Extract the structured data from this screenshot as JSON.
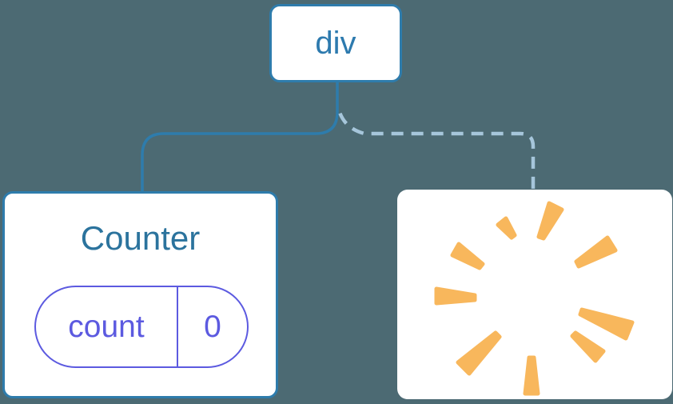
{
  "diagram": {
    "description": "component-tree-diagram",
    "background_color": "#4c6a73",
    "root": {
      "label": "div"
    },
    "children": {
      "counter": {
        "title": "Counter",
        "state": {
          "key": "count",
          "value": "0"
        },
        "connector": "solid"
      },
      "removed": {
        "icon": "poof-burst-icon",
        "connector": "dashed"
      }
    },
    "colors": {
      "node_border": "#2e7cac",
      "root_label_text": "#2d7aae",
      "counter_title_text": "#2b739d",
      "state_accent": "#5c5ae0",
      "solid_connector": "#2e7cac",
      "dashed_connector": "#a6c6db",
      "burst": "#f8b75c",
      "card_background": "#ffffff"
    }
  }
}
